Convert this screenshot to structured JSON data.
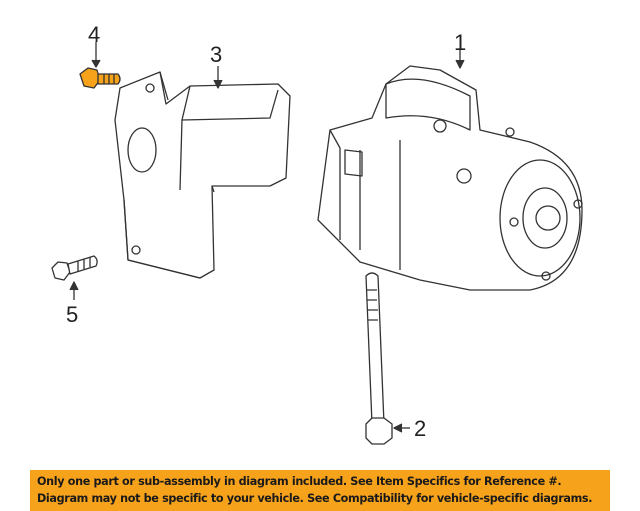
{
  "callouts": [
    "1",
    "2",
    "3",
    "4",
    "5"
  ],
  "highlight_color": "#F7A21B",
  "banner": {
    "line1": "Only one part or sub-assembly in diagram included. See Item Specifics for Reference #.",
    "line2": "Diagram may not be specific to your vehicle. See Compatibility for vehicle-specific diagrams."
  }
}
